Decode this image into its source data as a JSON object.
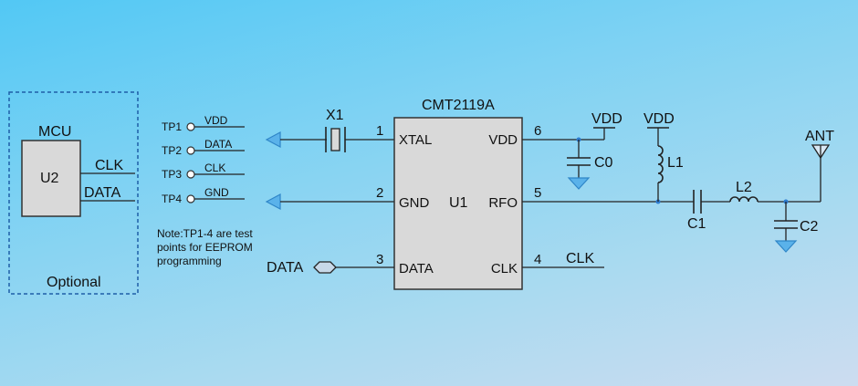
{
  "chip": {
    "name": "CMT2119A",
    "ref": "U1",
    "pins": {
      "xtal": {
        "num": "1",
        "label": "XTAL"
      },
      "gnd": {
        "num": "2",
        "label": "GND"
      },
      "data": {
        "num": "3",
        "label": "DATA"
      },
      "clk": {
        "num": "4",
        "label": "CLK"
      },
      "rfo": {
        "num": "5",
        "label": "RFO"
      },
      "vdd": {
        "num": "6",
        "label": "VDD"
      }
    }
  },
  "mcu": {
    "title": "MCU",
    "ref": "U2",
    "clk_label": "CLK",
    "data_label": "DATA",
    "optional_label": "Optional"
  },
  "test_points": [
    {
      "name": "TP1",
      "signal": "VDD"
    },
    {
      "name": "TP2",
      "signal": "DATA"
    },
    {
      "name": "TP3",
      "signal": "CLK"
    },
    {
      "name": "TP4",
      "signal": "GND"
    }
  ],
  "note_lines": [
    "Note:TP1-4 are test",
    "points for EEPROM",
    "programming"
  ],
  "crystal_label": "X1",
  "data_port_label": "DATA",
  "clk_net_label": "CLK",
  "vdd_label": "VDD",
  "vdd_label_2": "VDD",
  "components": {
    "c0": "C0",
    "l1": "L1",
    "c1": "C1",
    "l2": "L2",
    "c2": "C2",
    "ant": "ANT"
  }
}
